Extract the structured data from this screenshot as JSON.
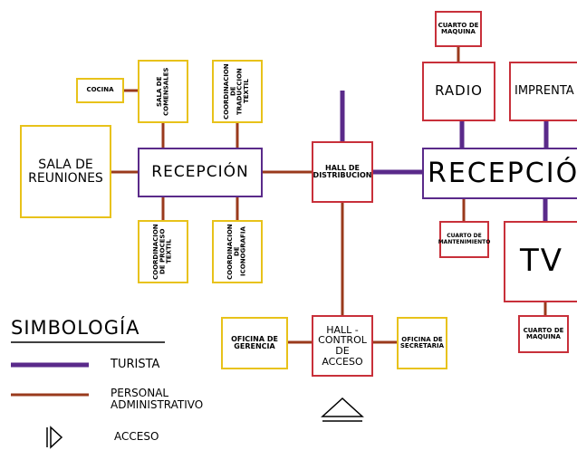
{
  "rooms": {
    "cocina": "COCINA",
    "sala_comensales": "SALA DE COMENSALES",
    "coord_traduccion": "COORDINACION DE TRADUCCION TEXTIL",
    "sala_reuniones": "SALA DE REUNIONES",
    "recepcion_admin": "RECEPCIÓN",
    "coord_proceso": "COORDINACION DE PROCESO TEXTIL",
    "coord_iconografia": "COORDINACION DE ICONOGRAFIA",
    "hall_distribucion": "HALL DE DISTRIBUCION",
    "cuarto_maquina_top": "CUARTO DE MAQUINA",
    "radio": "RADIO",
    "imprenta": "IMPRENTA",
    "recepcion_turista": "RECEPCIÓN",
    "cuarto_mantenimiento": "CUARTO DE MANTENIMIENTO",
    "tv": "TV",
    "cuarto_maquina_bottom": "CUARTO DE MAQUINA",
    "oficina_gerencia": "OFICINA DE GERENCIA",
    "hall_control": "HALL - CONTROL DE ACCESO",
    "oficina_secretaria": "OFICINA DE SECRETARIA"
  },
  "legend": {
    "title": "SIMBOLOGÍA",
    "turista": "TURISTA",
    "personal": "PERSONAL ADMINISTRATIVO",
    "acceso": "ACCESO"
  },
  "colors": {
    "turista_line": "#5a2a8a",
    "personal_line": "#9a3a1c",
    "yellow_box": "#e8c21a",
    "red_box": "#c8303a",
    "purple_box": "#5a2a8a"
  }
}
